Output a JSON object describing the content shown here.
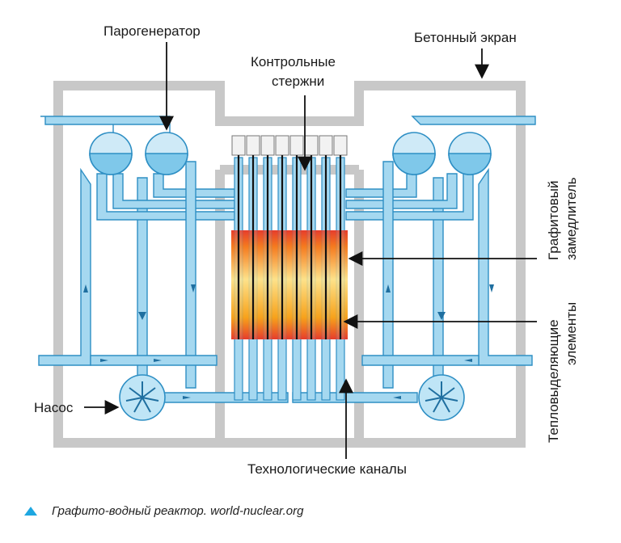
{
  "labels": {
    "steam_generator": "Парогенератор",
    "concrete_shield": "Бетонный экран",
    "control_rods_line1": "Контрольные",
    "control_rods_line2": "стержни",
    "graphite_moderator_line1": "Графитовый",
    "graphite_moderator_line2": "замедлитель",
    "fuel_elements_line1": "Тепловыделяющие",
    "fuel_elements_line2": "элементы",
    "pump": "Насос",
    "process_channels": "Технологические каналы"
  },
  "caption": "Графито-водный реактор. world-nuclear.org",
  "colors": {
    "pipe": "#a5d8f0",
    "pipe_stroke": "#2e8fc4",
    "shield": "#c8c8c8",
    "water": "#9fd6ef",
    "core_hot": "#e63d2c",
    "core_warm": "#f7a21b",
    "core_mid": "#fde28a",
    "accent": "#1ea7e1"
  }
}
